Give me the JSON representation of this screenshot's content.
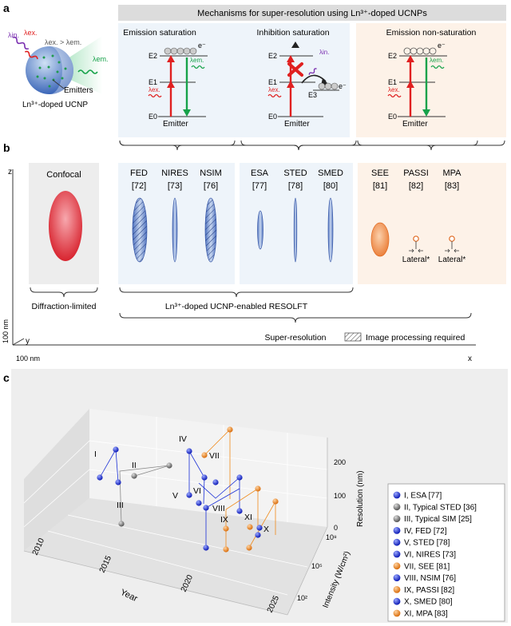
{
  "panel_labels": {
    "a": "a",
    "b": "b",
    "c": "c"
  },
  "panel_a": {
    "header": "Mechanisms for super-resolution using Ln³⁺-doped UCNPs",
    "ucnp_label": "Ln³⁺-doped UCNP",
    "emitters_label": "Emitters",
    "lambda_in": "λin.",
    "lambda_ex": "λex.",
    "lambda_em": "λem.",
    "lambda_relation": "λex. > λem.",
    "levels": {
      "e0": "E0",
      "e1": "E1",
      "e2": "E2",
      "e3": "E3"
    },
    "electron": "e⁻",
    "emitter": "Emitter",
    "mechanisms": [
      {
        "title": "Emission saturation",
        "color": "#eef4fa"
      },
      {
        "title": "Inhibition saturation",
        "color": "#eef4fa"
      },
      {
        "title": "Emission non-saturation",
        "color": "#fdf2e8"
      }
    ]
  },
  "panel_b": {
    "axis_z": "z",
    "axis_y": "y",
    "axis_x": "x",
    "scale_z": "100 nm",
    "scale_y": "100 nm",
    "confocal": "Confocal",
    "methods": [
      {
        "name": "FED",
        "ref": "[72]"
      },
      {
        "name": "NIRES",
        "ref": "[73]"
      },
      {
        "name": "NSIM",
        "ref": "[76]"
      },
      {
        "name": "ESA",
        "ref": "[77]"
      },
      {
        "name": "STED",
        "ref": "[78]"
      },
      {
        "name": "SMED",
        "ref": "[80]"
      },
      {
        "name": "SEE",
        "ref": "[81]"
      },
      {
        "name": "PASSI",
        "ref": "[82]"
      },
      {
        "name": "MPA",
        "ref": "[83]"
      }
    ],
    "lateral_label": "Lateral*",
    "diffraction_limited": "Diffraction-limited",
    "resolft": "Ln³⁺-doped UCNP-enabled RESOLFT",
    "super_resolution": "Super-resolution",
    "image_processing": "Image processing required"
  },
  "panel_c": {
    "chart_data": {
      "type": "scatter",
      "x_axis": {
        "label": "Year",
        "ticks": [
          "2010",
          "2015",
          "2020",
          "2025"
        ]
      },
      "y_axis": {
        "label": "Intensity (W/cm²)",
        "ticks": [
          "10²",
          "10⁵",
          "10⁸"
        ]
      },
      "z_axis": {
        "label": "Resolution (nm)",
        "ticks": [
          "0",
          "100",
          "200"
        ]
      },
      "series": [
        {
          "name": "I, ESA [77]",
          "roman": "I",
          "color": "#1a2fd6"
        },
        {
          "name": "II, Typical STED [36]",
          "roman": "II",
          "color": "#808080"
        },
        {
          "name": "III, Typical SIM [25]",
          "roman": "III",
          "color": "#808080"
        },
        {
          "name": "IV, FED [72]",
          "roman": "IV",
          "color": "#1a2fd6"
        },
        {
          "name": "V, STED [78]",
          "roman": "V",
          "color": "#1a2fd6"
        },
        {
          "name": "VI, NIRES [73]",
          "roman": "VI",
          "color": "#1a2fd6"
        },
        {
          "name": "VII, SEE [81]",
          "roman": "VII",
          "color": "#ef8a1a"
        },
        {
          "name": "VIII, NSIM [76]",
          "roman": "VIII",
          "color": "#1a2fd6"
        },
        {
          "name": "IX, PASSI [82]",
          "roman": "IX",
          "color": "#ef8a1a"
        },
        {
          "name": "X, SMED [80]",
          "roman": "X",
          "color": "#1a2fd6"
        },
        {
          "name": "XI, MPA [83]",
          "roman": "XI",
          "color": "#ef8a1a"
        }
      ]
    }
  }
}
